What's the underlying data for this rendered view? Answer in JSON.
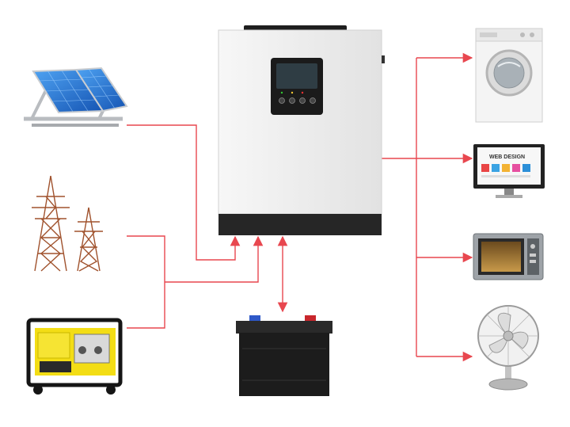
{
  "colors": {
    "wire": "#e8474f",
    "inverter_body": "#ececec",
    "inverter_base": "#2b2b2b",
    "panel_blue": "#1f6fd0",
    "generator_yellow": "#f3dd15",
    "battery_black": "#1c1c1c",
    "battery_red": "#c8262c",
    "battery_blue": "#2f59c8"
  },
  "sources": [
    {
      "name": "solar-panel",
      "icon": "solar-panel-icon"
    },
    {
      "name": "power-grid",
      "icon": "power-tower-icon"
    },
    {
      "name": "generator",
      "icon": "generator-icon"
    }
  ],
  "storage": {
    "name": "battery",
    "icon": "battery-icon"
  },
  "inverter": {
    "name": "hybrid-solar-inverter",
    "icon": "inverter-icon"
  },
  "loads": [
    {
      "name": "washing-machine",
      "icon": "washing-machine-icon"
    },
    {
      "name": "monitor",
      "icon": "monitor-icon",
      "screen_title": "WEB DESIGN"
    },
    {
      "name": "microwave",
      "icon": "microwave-icon"
    },
    {
      "name": "fan",
      "icon": "fan-icon"
    }
  ]
}
